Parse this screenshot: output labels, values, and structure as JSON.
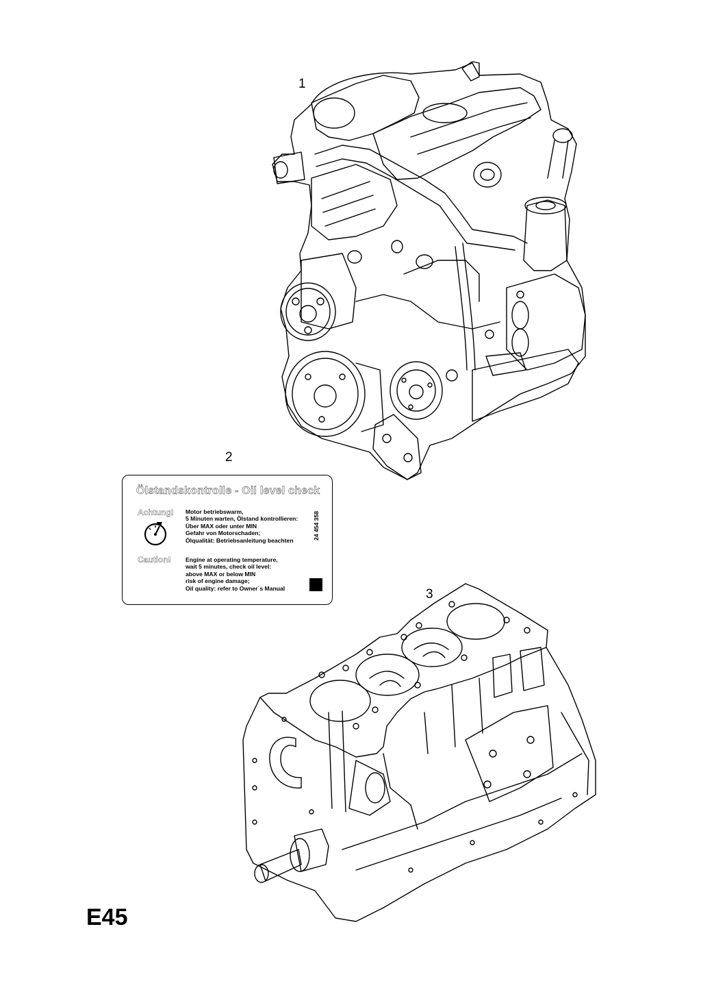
{
  "callouts": {
    "engine_assembly": "1",
    "oil_label": "2",
    "cylinder_block": "3"
  },
  "page_code": "E45",
  "oil_label": {
    "title": "Ölstandskontrolle - Oil level check",
    "achtung_heading": "Achtung!",
    "german_lines": [
      "Motor betriebswarm,",
      "5 Minuten warten, Ölstand kontrollieren:",
      "Über MAX oder unter MIN",
      "Gefahr von Motorschaden;",
      "Ölqualität: Betriebsanleitung beachten"
    ],
    "caution_heading": "Caution!",
    "english_lines": [
      "Engine at operating temperature,",
      "wait 5 minutes, check oil level:",
      "above MAX or below MIN",
      "risk of engine damage;",
      "Oil quality: refer to Owner´s Manual"
    ],
    "part_code": "24 454 358"
  },
  "icons": {
    "gauge": "oil-gauge-icon"
  }
}
